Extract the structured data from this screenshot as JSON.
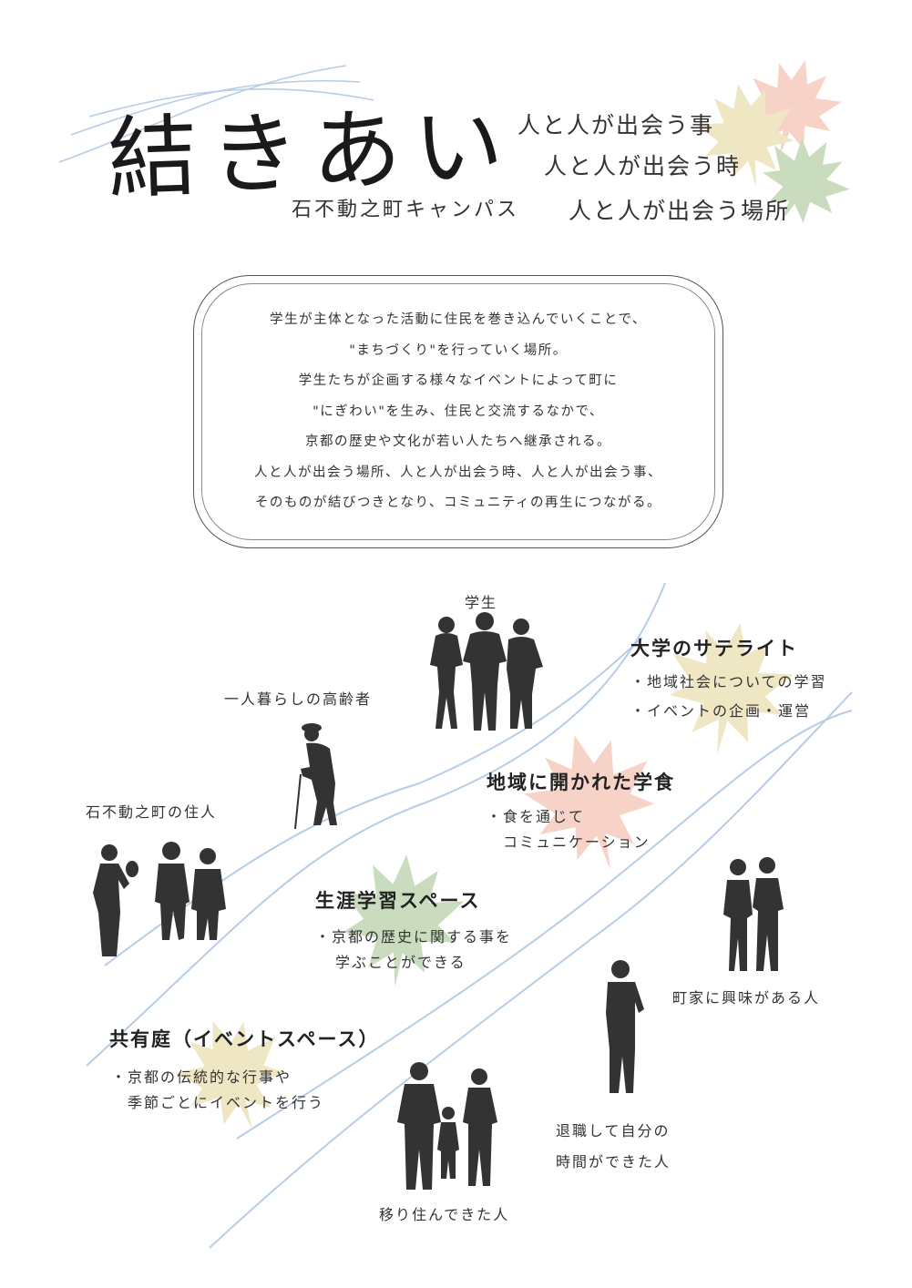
{
  "header": {
    "title": "結きあい",
    "subtitle": "石不動之町キャンパス",
    "taglines": [
      "人と人が出会う事",
      "人と人が出会う時",
      "人と人が出会う場所"
    ]
  },
  "intro_lines": [
    "学生が主体となった活動に住民を巻き込んでいくことで、",
    "\"まちづくり\"を行っていく場所。",
    "学生たちが企画する様々なイベントによって町に",
    "\"にぎわい\"を生み、住民と交流するなかで、",
    "京都の歴史や文化が若い人たちへ継承される。",
    "人と人が出会う場所、人と人が出会う時、人と人が出会う事、",
    "そのものが結びつきとなり、コミュニティの再生につながる。"
  ],
  "people": {
    "students": "学生",
    "elderly": "一人暮らしの高齢者",
    "residents": "石不動之町の住人",
    "machiya": "町家に興味がある人",
    "retired_line1": "退職して自分の",
    "retired_line2": "時間ができた人",
    "movers": "移り住んできた人"
  },
  "facilities": {
    "satellite": {
      "title": "大学のサテライト",
      "items": [
        "・地域社会についての学習",
        "・イベントの企画・運営"
      ]
    },
    "cafeteria": {
      "title": "地域に開かれた学食",
      "line1": "・食を通じて",
      "line2": "コミュニケーション"
    },
    "learning": {
      "title": "生涯学習スペース",
      "line1": "・京都の歴史に関する事を",
      "line2": "学ぶことができる"
    },
    "garden": {
      "title": "共有庭（イベントスペース）",
      "line1": "・京都の伝統的な行事や",
      "line2": "季節ごとにイベントを行う"
    }
  },
  "colors": {
    "leaf_yellow": "#efe6c4",
    "leaf_pink": "#f6d3c6",
    "leaf_green": "#c9dcbd",
    "stream_blue": "#b7cde6",
    "silhouette": "#333333"
  },
  "icons": [
    "maple-leaf-icon",
    "person-silhouette-icon"
  ]
}
